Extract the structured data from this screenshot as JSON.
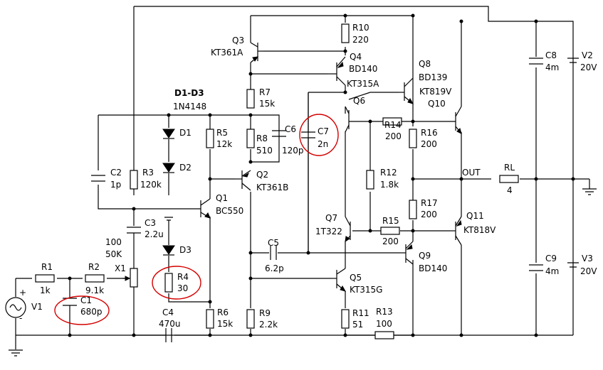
{
  "labels": {
    "d_group_name": "D1-D3",
    "d_group_type": "1N4148",
    "d1": "D1",
    "d2": "D2",
    "d3": "D3",
    "q1_name": "Q1",
    "q1_type": "BC550",
    "q2_name": "Q2",
    "q2_type": "KT361B",
    "q3_name": "Q3",
    "q3_type": "KT361A",
    "q4_name": "Q4",
    "q4_type": "BD140",
    "q5_name": "Q5",
    "q5_type": "KT315G",
    "q6_name": "Q6",
    "q6_type": "KT315A",
    "q7_name": "Q7",
    "q7_type": "1T322",
    "q8_name": "Q8",
    "q8_type": "BD139",
    "q9_name": "Q9",
    "q9_type": "BD140",
    "q10_name": "Q10",
    "q10_type": "KT819V",
    "q11_name": "Q11",
    "q11_type": "KT818V",
    "r1_name": "R1",
    "r1_val": "1k",
    "r2_name": "R2",
    "r2_val": "9.1k",
    "r3_name": "R3",
    "r3_val": "120k",
    "r4_name": "R4",
    "r4_val": "30",
    "r5_name": "R5",
    "r5_val": "12k",
    "r6_name": "R6",
    "r6_val": "15k",
    "r7_name": "R7",
    "r7_val": "15k",
    "r8_name": "R8",
    "r8_val": "510",
    "r9_name": "R9",
    "r9_val": "2.2k",
    "r10_name": "R10",
    "r10_val": "220",
    "r11_name": "R11",
    "r11_val": "51",
    "r12_name": "R12",
    "r12_val": "1.8k",
    "r13_name": "R13",
    "r13_val": "100",
    "r14_name": "R14",
    "r14_val": "200",
    "r15_name": "R15",
    "r15_val": "200",
    "r16_name": "R16",
    "r16_val": "200",
    "r17_name": "R17",
    "r17_val": "200",
    "rl_name": "RL",
    "rl_val": "4",
    "c1_name": "C1",
    "c1_val": "680p",
    "c2_name": "C2",
    "c2_val": "1p",
    "c3_name": "C3",
    "c3_val": "2.2u",
    "c4_name": "C4",
    "c4_val": "470u",
    "c5_name": "C5",
    "c5_val": "6.2p",
    "c6_name": "C6",
    "c6_val": "120p",
    "c7_name": "C7",
    "c7_val": "2n",
    "c8_name": "C8",
    "c8_val": "4m",
    "c9_name": "C9",
    "c9_val": "4m",
    "x1_name": "X1",
    "x1_val1": "100",
    "x1_val2": "50K",
    "v1_name": "V1",
    "v2_name": "V2",
    "v2_val": "20V",
    "v3_name": "V3",
    "v3_val": "20V",
    "out": "OUT",
    "plus": "+",
    "minus": "-"
  }
}
